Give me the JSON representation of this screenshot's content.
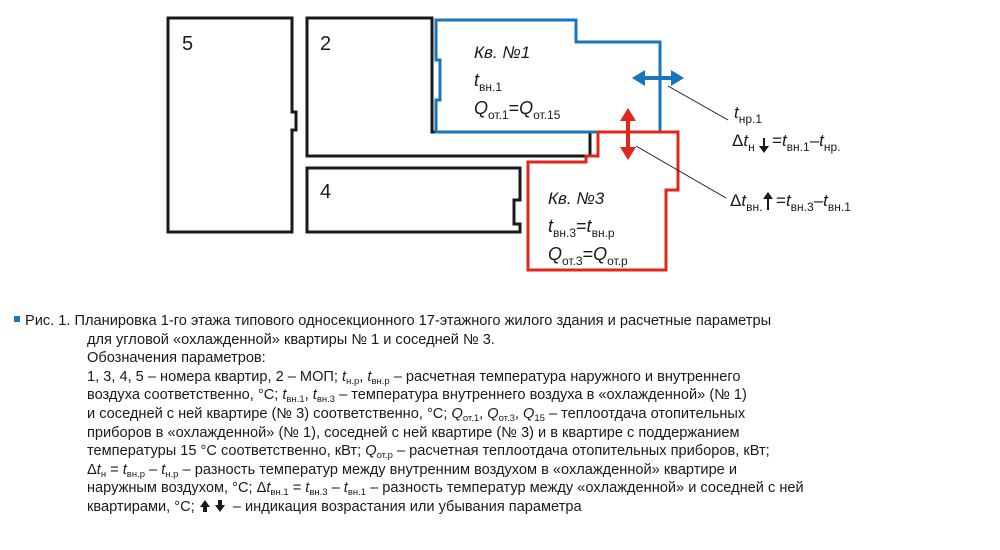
{
  "diagram": {
    "room_numbers": [
      "5",
      "2",
      "4"
    ],
    "apartment1": {
      "title": "Кв. №1",
      "t_int": "вн.1",
      "q_left": "от.1",
      "q_right": "от.15"
    },
    "apartment3": {
      "title": "Кв. №3",
      "t_int_left": "вн.3",
      "t_int_right": "вн.р",
      "q_left": "от.3",
      "q_right": "от.р"
    },
    "annotation_outdoor": {
      "t_outdoor": "нр.1",
      "delta_sub": "н",
      "rhs_a": "вн.1",
      "rhs_b": "нр."
    },
    "annotation_neighbor": {
      "delta_sub": "вн.",
      "rhs_a": "вн.3",
      "rhs_b": "вн.1"
    },
    "colors": {
      "apartment1": "#1b75bc",
      "apartment3": "#e1261c",
      "outline": "#1a1a1a"
    },
    "icons": [
      "horizontal-double-arrow-icon",
      "vertical-double-arrow-icon",
      "up-arrow-icon",
      "down-arrow-icon"
    ]
  },
  "caption": {
    "prefix": "Рис. 1.",
    "line1": "Планировка 1-го этажа типового односекционного 17-этажного жилого здания и расчетные параметры",
    "line2": "для угловой «охлажденной» квартиры № 1 и соседней № 3.",
    "line3": "Обозначения параметров:",
    "line4": "1, 3, 4, 5 – номера квартир, 2 – МОП;",
    "line4_t": "t",
    "line4_sub1": "н.р",
    "line4_sub2": "вн.р",
    "line4_end": "– расчетная температура  наружного и внутреннего",
    "line5_start": "воздуха соответственно, °С;",
    "line5_sub1": "вн.1",
    "line5_sub2": "вн.3",
    "line5_end": "– температура внутреннего воздуха в «охлажденной» (№ 1)",
    "line6_start": "и соседней с ней квартире (№ 3) соответственно, °С;",
    "line6_q": "Q",
    "line6_sub1": "от.1",
    "line6_sub2": "от.3",
    "line6_sub3": "15",
    "line6_end": "– теплоотдача отопительных",
    "line7": "приборов  в «охлажденной» (№ 1), соседней с ней квартире (№ 3) и в квартире с поддержанием",
    "line8_start": "температуры 15 °С соответственно, кВт;",
    "line8_sub": "от.р",
    "line8_end": "– расчетная теплоотдача отопительных приборов,  кВт;",
    "line9_delta": "Δ",
    "line9_sub0": "н",
    "line9_eq": "=",
    "line9_sub1": "вн.р",
    "line9_sub2": "н.р",
    "line9_end": "– разность температур между внутренним воздухом в «охлажденной» квартире и",
    "line10_start": "наружным воздухом, °С;",
    "line10_sub0": "вн.1",
    "line10_sub1": "вн.3",
    "line10_sub2": "вн.1",
    "line10_end": "– разность температур между «охлажденной» и соседней с ней",
    "line11_start": "квартирами, °С;",
    "line11_end": "– индикация возрастания или убывания параметра"
  }
}
